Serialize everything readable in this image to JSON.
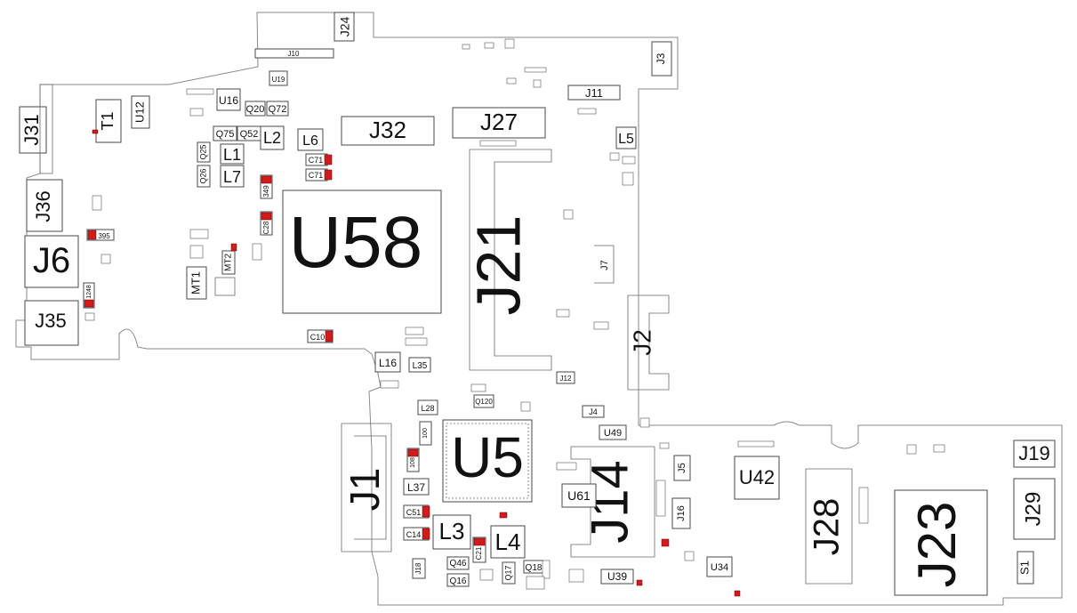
{
  "board": {
    "labels": {
      "U58": "U58",
      "J21": "J21",
      "U5": "U5",
      "J23": "J23",
      "J14": "J14",
      "J1": "J1",
      "J28": "J28",
      "J32": "J32",
      "J27": "J27",
      "J6": "J6",
      "J35": "J35",
      "J36": "J36",
      "J31": "J31",
      "J2": "J2",
      "U42": "U42",
      "J29": "J29",
      "J19": "J19",
      "J24": "J24",
      "J10": "J10",
      "J3": "J3",
      "J11": "J11",
      "U12": "U12",
      "T1": "T1",
      "U16": "U16",
      "L1": "L1",
      "L2": "L2",
      "L5": "L5",
      "L6": "L6",
      "L7": "L7",
      "L3": "L3",
      "L4": "L4",
      "L16": "L16",
      "L35": "L35",
      "L37": "L37",
      "L28": "L28",
      "U61": "U61",
      "U34": "U34",
      "U39": "U39",
      "U49": "U49",
      "J16": "J16",
      "J5": "J5",
      "J4": "J4",
      "J12": "J12",
      "J7": "J7",
      "J18": "J18",
      "S1": "S1",
      "MT1": "MT1",
      "MT2": "MT2",
      "Q20": "Q20",
      "Q72": "Q72",
      "Q75": "Q75",
      "Q52": "Q52",
      "Q25": "Q25",
      "Q26": "Q26",
      "Q46": "Q46",
      "Q16": "Q16",
      "Q17": "Q17",
      "Q18": "Q18",
      "Q120": "Q120",
      "C71a": "C71",
      "C71b": "C71",
      "C10": "C10",
      "C51": "C51",
      "C14": "C14",
      "C21": "C21",
      "C28": "C28",
      "C349": "349",
      "R395": "395",
      "R1248": "1248",
      "U19": "U19",
      "C100": "100",
      "C108": "108"
    }
  }
}
